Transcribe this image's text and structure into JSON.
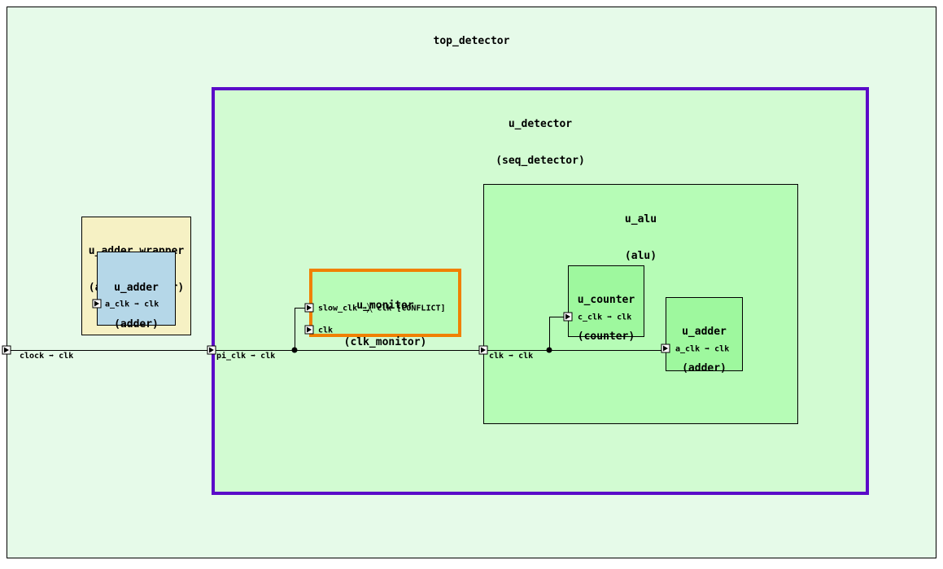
{
  "colors": {
    "top_bg": "#e6fae9",
    "wrapper_bg": "#f6f1c4",
    "wrapper_adder_bg": "#b5d7e8",
    "detector_bg": "#d2fbd2",
    "detector_border": "#5a0ac8",
    "monitor_bg": "#b8fcb8",
    "monitor_border": "#f08000",
    "alu_bg": "#b6fcb6",
    "leaf_bg": "#9ef89e",
    "wire": "#000000"
  },
  "top": {
    "title": "top_detector",
    "port_label": "clock ➡ clk"
  },
  "wrapper": {
    "title": "u_adder_wrapper",
    "subtitle": "(adder_wrapper)"
  },
  "wrapper_adder": {
    "title": "u_adder",
    "subtitle": "(adder)",
    "port_label": "a_clk ➡ clk"
  },
  "detector": {
    "title": "u_detector",
    "subtitle": "(seq_detector)",
    "port_label": "pi_clk ➡ clk"
  },
  "monitor": {
    "title": "u_monitor",
    "subtitle": "(clk_monitor)",
    "port_slow_clk_label": "slow_clk ➡╳ clk [CONFLICT]",
    "port_clk_label": "clk"
  },
  "alu": {
    "title": "u_alu",
    "subtitle": "(alu)",
    "port_label": "clk ➡ clk"
  },
  "counter": {
    "title": "u_counter",
    "subtitle": "(counter)",
    "port_label": "c_clk ➡ clk"
  },
  "alu_adder": {
    "title": "u_adder",
    "subtitle": "(adder)",
    "port_label": "a_clk ➡ clk"
  }
}
